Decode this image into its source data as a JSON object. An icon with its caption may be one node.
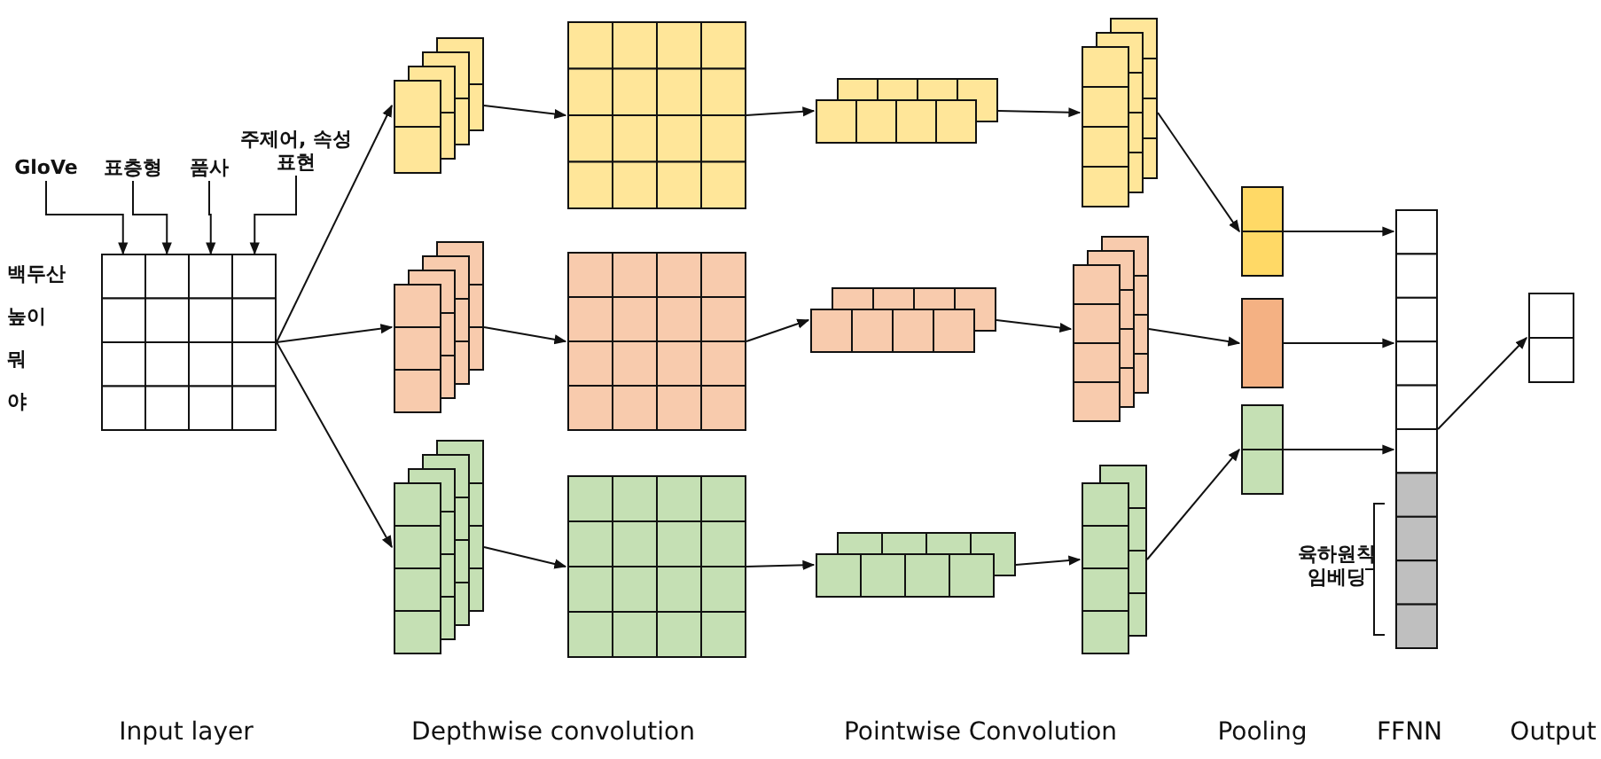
{
  "diagram": {
    "nodes": [
      {
        "text": [
          "GloVe"
        ]
      },
      {
        "text": [
          "표층형"
        ]
      },
      {
        "text": [
          "품사"
        ]
      },
      {
        "text": [
          "주제어, 속성 표현"
        ]
      },
      {
        "text": [],
        "shape": "grid",
        "beside": [
          "백두산",
          "높이",
          "뭐",
          "야"
        ]
      },
      {
        "text": [],
        "shape": "stack"
      },
      {
        "text": [],
        "shape": "grid"
      },
      {
        "text": [],
        "shape": "stack"
      },
      {
        "text": [],
        "shape": "stack"
      },
      {
        "text": [],
        "shape": "stack"
      },
      {
        "text": [],
        "shape": "grid"
      },
      {
        "text": [],
        "shape": "stack"
      },
      {
        "text": [],
        "shape": "stack"
      },
      {
        "text": [],
        "shape": "stack"
      },
      {
        "text": [],
        "shape": "grid"
      },
      {
        "text": [],
        "shape": "stack"
      },
      {
        "text": [],
        "shape": "stack"
      },
      {
        "text": [],
        "shape": "bar"
      },
      {
        "text": [],
        "shape": "bar"
      },
      {
        "text": [],
        "shape": "bar"
      },
      {
        "text": [],
        "shape": "bar",
        "beside": [
          "육하원칙 임베딩"
        ]
      },
      {
        "text": [],
        "shape": "bar"
      }
    ],
    "edges": [
      {
        "from": 0,
        "to": 4,
        "arrow": "to"
      },
      {
        "from": 1,
        "to": 4,
        "arrow": "to"
      },
      {
        "from": 2,
        "to": 4,
        "arrow": "to"
      },
      {
        "from": 3,
        "to": 4,
        "arrow": "to"
      },
      {
        "from": 4,
        "to": 5,
        "arrow": "to"
      },
      {
        "from": 4,
        "to": 9,
        "arrow": "to"
      },
      {
        "from": 4,
        "to": 13,
        "arrow": "to"
      },
      {
        "from": 5,
        "to": 6,
        "arrow": "to"
      },
      {
        "from": 6,
        "to": 7,
        "arrow": "to"
      },
      {
        "from": 7,
        "to": 8,
        "arrow": "to"
      },
      {
        "from": 9,
        "to": 10,
        "arrow": "to"
      },
      {
        "from": 10,
        "to": 11,
        "arrow": "to"
      },
      {
        "from": 11,
        "to": 12,
        "arrow": "to"
      },
      {
        "from": 13,
        "to": 14,
        "arrow": "to"
      },
      {
        "from": 14,
        "to": 15,
        "arrow": "to"
      },
      {
        "from": 15,
        "to": 16,
        "arrow": "to"
      },
      {
        "from": 8,
        "to": 17,
        "arrow": "to"
      },
      {
        "from": 12,
        "to": 18,
        "arrow": "to"
      },
      {
        "from": 16,
        "to": 19,
        "arrow": "to"
      },
      {
        "from": 17,
        "to": 20,
        "arrow": "to"
      },
      {
        "from": 18,
        "to": 20,
        "arrow": "to"
      },
      {
        "from": 19,
        "to": 20,
        "arrow": "to"
      },
      {
        "from": 20,
        "to": 21,
        "arrow": "to"
      }
    ],
    "labels": [
      "Input layer",
      "Depthwise convolution",
      "Pointwise Convolution",
      "Pooling",
      "FFNN",
      "Output"
    ]
  }
}
